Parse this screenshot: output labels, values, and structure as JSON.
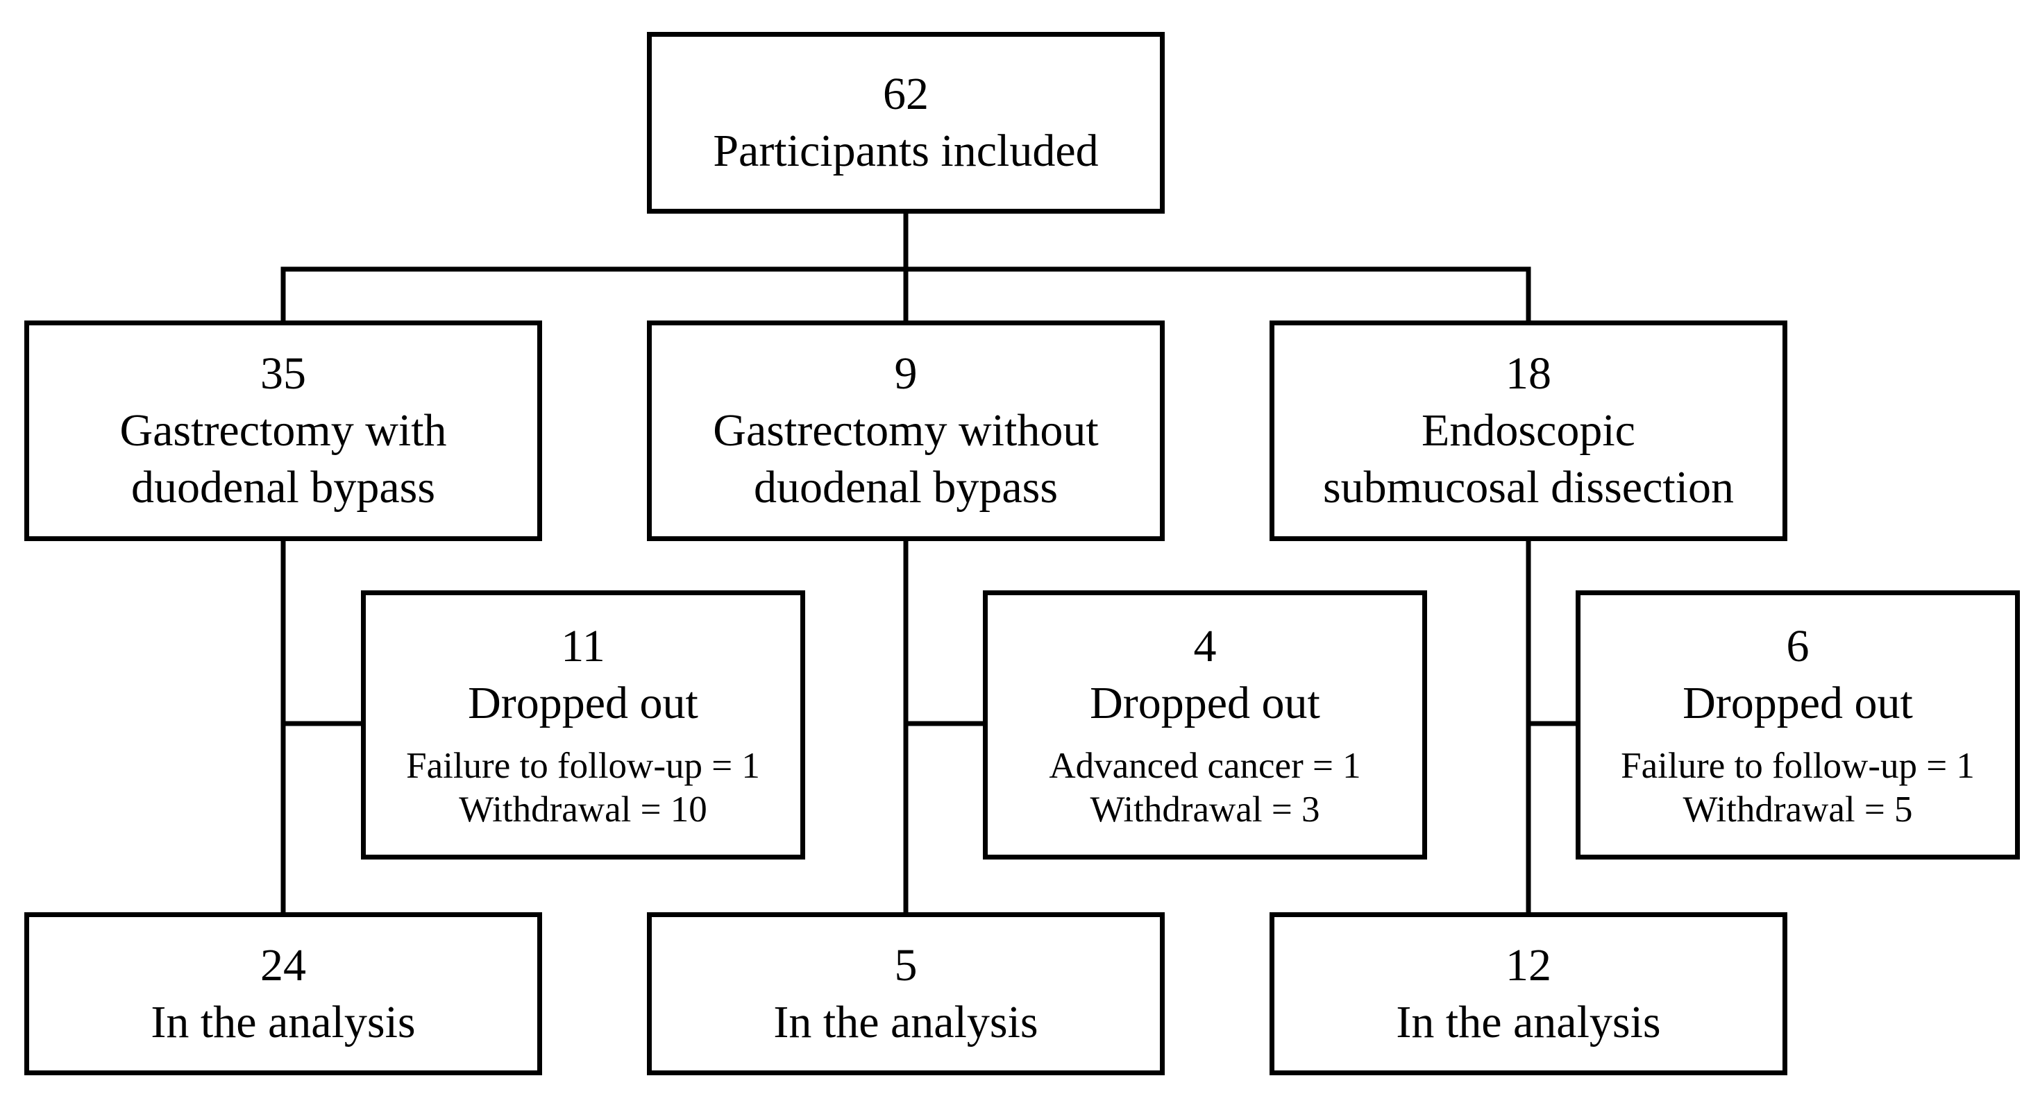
{
  "root": {
    "count": "62",
    "label": "Participants included"
  },
  "groups": [
    {
      "count": "35",
      "label_lines": [
        "Gastrectomy with",
        "duodenal bypass"
      ],
      "dropped": {
        "count": "11",
        "label": "Dropped out",
        "reasons": [
          "Failure to follow-up = 1",
          "Withdrawal = 10"
        ]
      },
      "analysis": {
        "count": "24",
        "label": "In the analysis"
      }
    },
    {
      "count": "9",
      "label_lines": [
        "Gastrectomy without",
        "duodenal bypass"
      ],
      "dropped": {
        "count": "4",
        "label": "Dropped out",
        "reasons": [
          "Advanced cancer = 1",
          "Withdrawal = 3"
        ]
      },
      "analysis": {
        "count": "5",
        "label": "In the analysis"
      }
    },
    {
      "count": "18",
      "label_lines": [
        "Endoscopic",
        "submucosal dissection"
      ],
      "dropped": {
        "count": "6",
        "label": "Dropped out",
        "reasons": [
          "Failure to follow-up = 1",
          "Withdrawal = 5"
        ]
      },
      "analysis": {
        "count": "12",
        "label": "In the analysis"
      }
    }
  ]
}
